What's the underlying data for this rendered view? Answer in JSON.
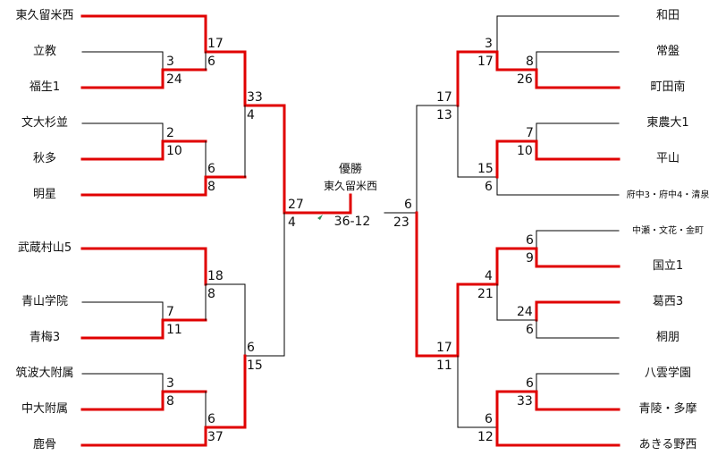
{
  "champion": {
    "label": "優勝",
    "name": "東久留米西"
  },
  "final": {
    "score_text": "36-12",
    "left_score": "27",
    "left_score_low": "4",
    "right_score": "6",
    "right_score_low": "23"
  },
  "left": {
    "teams": [
      "東久留米西",
      "立教",
      "福生1",
      "文大杉並",
      "秋多",
      "明星",
      "武蔵村山5",
      "青山学院",
      "青梅3",
      "筑波大附属",
      "中大附属",
      "鹿骨"
    ],
    "r1_scores": [
      "3",
      "24",
      "2",
      "10",
      "7",
      "11",
      "3",
      "8"
    ],
    "r2_scores": [
      "17",
      "6",
      "6",
      "8",
      "18",
      "8",
      "6",
      "37"
    ],
    "sf_scores": [
      "33",
      "4",
      "6",
      "15"
    ]
  },
  "right": {
    "teams": [
      "和田",
      "常盤",
      "町田南",
      "東農大1",
      "平山",
      "府中3・府中4・清泉",
      "中瀬・文花・金町",
      "国立1",
      "葛西3",
      "桐朋",
      "八雲学園",
      "青陵・多摩",
      "あきる野西"
    ],
    "r1_scores": [
      "8",
      "26",
      "7",
      "10",
      "6",
      "9",
      "24",
      "6",
      "6",
      "33"
    ],
    "r2_scores": [
      "3",
      "17",
      "15",
      "6",
      "4",
      "21",
      "6",
      "12"
    ],
    "sf_scores": [
      "17",
      "13",
      "17",
      "11"
    ]
  },
  "colors": {
    "winner": "#e00000",
    "line": "#000000"
  }
}
